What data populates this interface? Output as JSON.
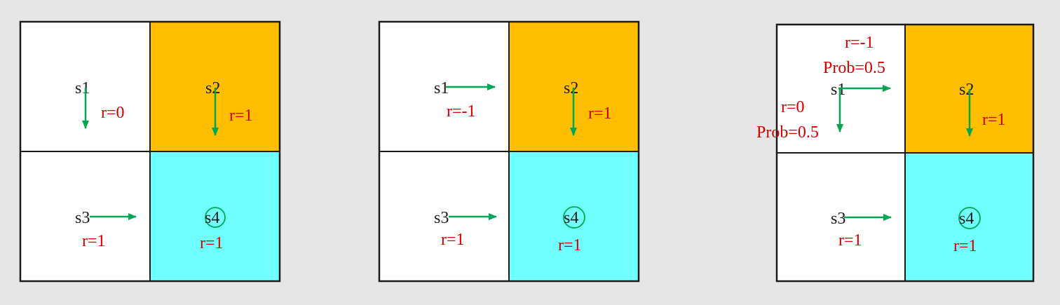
{
  "colors": {
    "background": "#e6e6e6",
    "white_cell": "#ffffff",
    "target_cell": "#ffbf00",
    "forbidden_cell": "#70ffff",
    "arrow": "#00a651",
    "reward_text": "#d40000",
    "state_text": "#1a1a1a"
  },
  "grids": [
    {
      "states": [
        "s1",
        "s2",
        "s3",
        "s4"
      ],
      "s1_reward": "r=0",
      "s2_reward": "r=1",
      "s3_reward": "r=1",
      "s4_reward": "r=1"
    },
    {
      "states": [
        "s1",
        "s2",
        "s3",
        "s4"
      ],
      "s1_reward": "r=-1",
      "s2_reward": "r=1",
      "s3_reward": "r=1",
      "s4_reward": "r=1"
    },
    {
      "states": [
        "s1",
        "s2",
        "s3",
        "s4"
      ],
      "s1_right_reward": "r=-1",
      "s1_right_prob": "Prob=0.5",
      "s1_down_reward": "r=0",
      "s1_down_prob": "Prob=0.5",
      "s2_reward": "r=1",
      "s3_reward": "r=1",
      "s4_reward": "r=1"
    }
  ]
}
